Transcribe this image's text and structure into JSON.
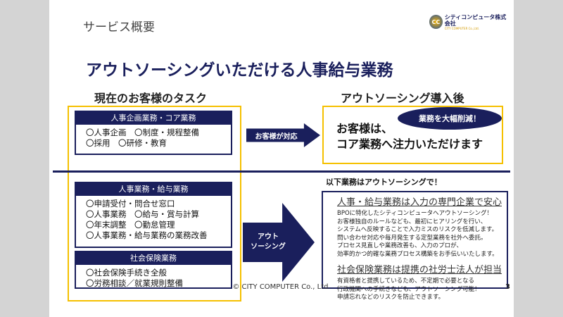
{
  "header": {
    "title": "サービス概要",
    "logo_name": "シティコンピュータ株式会社",
    "logo_sub": "CITY COMPUTER Co.,Ltd.",
    "logo_mark": "CC"
  },
  "heading": "アウトソーシングいただける人事給与業務",
  "left": {
    "label": "現在のお客様のタスク",
    "box1": {
      "title": "人事企画業務・コア業務",
      "items": [
        "〇人事企画　〇制度・規程整備",
        "〇採用　〇研修・教育"
      ]
    },
    "box2": {
      "title": "人事業務・給与業務",
      "items": [
        "〇申請受付・問合せ窓口",
        "〇人事業務　〇給与・賞与計算",
        "〇年末調整　〇勤怠管理",
        "〇人事業務・給与業務の業務改善"
      ]
    },
    "box3": {
      "title": "社会保険業務",
      "items": [
        "〇社会保険手続き全般",
        "〇労務相談／就業規則整備"
      ]
    }
  },
  "arrows": {
    "small": "お客様が対応",
    "big_line1": "アウト",
    "big_line2": "ソーシング"
  },
  "right": {
    "label": "アウトソーシング導入後",
    "badge": "業務を大幅削減！",
    "line1": "お客様は、",
    "line2": "コア業務へ注力いただけます",
    "lead": "以下業務はアウトソーシングで！",
    "sec1": {
      "title": "人事・給与業務は入力の専門企業で安心",
      "lines": [
        "BPOに特化したシティコンピュータへアウトソーシング！",
        "お客様独自のルールなども、最初にヒアリングを行い、",
        "システムへ反映することで入力ミスのリスクを低減します。",
        "問い合わせ対応や毎月発生する定型業務を社外へ委託。",
        "プロセス見直しや業務改善も、入力のプロが、",
        "効率的かつ的確な業務プロセス構築をお手伝いいたします。"
      ]
    },
    "sec2": {
      "title": "社会保険業務は提携の社労士法人が担当",
      "lines": [
        "有資格者と提携しているため、不定期で必要となる",
        "行政機関への手続きなども、アウトソーシング可能！",
        "申請忘れなどのリスクを防止できます。"
      ]
    }
  },
  "footer": {
    "copyright": "© CITY COMPUTER Co., Ltd.",
    "page": "3"
  }
}
